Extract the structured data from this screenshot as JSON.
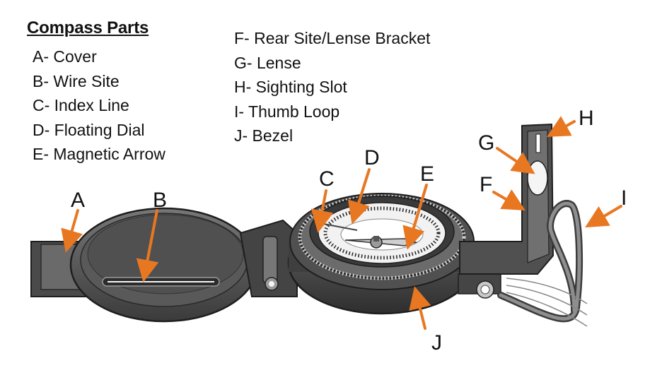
{
  "title": "Compass Parts",
  "legend_left": [
    "A- Cover",
    "B- Wire Site",
    "C- Index Line",
    "D- Floating Dial",
    "E- Magnetic Arrow"
  ],
  "legend_right": [
    "F- Rear Site/Lense Bracket",
    "G- Lense",
    "H- Sighting Slot",
    "I- Thumb Loop",
    "J- Bezel"
  ],
  "callouts": {
    "A": "A",
    "B": "B",
    "C": "C",
    "D": "D",
    "E": "E",
    "F": "F",
    "G": "G",
    "H": "H",
    "I": "I",
    "J": "J"
  },
  "colors": {
    "arrow": "#e87722",
    "body_dark": "#3a3a3a",
    "body_mid": "#5a5a5a",
    "body_light": "#8a8a8a",
    "dial_face": "#f2f2f2"
  }
}
